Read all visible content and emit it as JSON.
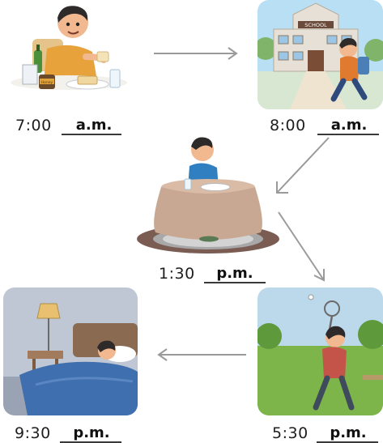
{
  "events": [
    {
      "id": "breakfast",
      "time": "7:00",
      "period": "a.m."
    },
    {
      "id": "school",
      "time": "8:00",
      "period": "a.m.",
      "sign": "SCHOOL"
    },
    {
      "id": "lunch",
      "time": "1:30",
      "period": "p.m."
    },
    {
      "id": "play",
      "time": "5:30",
      "period": "p.m."
    },
    {
      "id": "sleep",
      "time": "9:30",
      "period": "p.m."
    }
  ],
  "breakfast_labels": {
    "jar": "Honey"
  },
  "colors": {
    "arrow": "#9a9a9a",
    "skin": "#f2b890",
    "shirt_breakfast": "#e8a23c",
    "shirt_school": "#e07a2e",
    "shirt_lunch": "#2f7fc1",
    "shirt_play": "#c4544a",
    "table_cloth": "#c9a893",
    "rug": "#7a5c53",
    "sky_school": "#b9dff4",
    "sky_play": "#bcd9ec",
    "grass": "#7eb54a",
    "bedroom": "#bfc7d4"
  }
}
